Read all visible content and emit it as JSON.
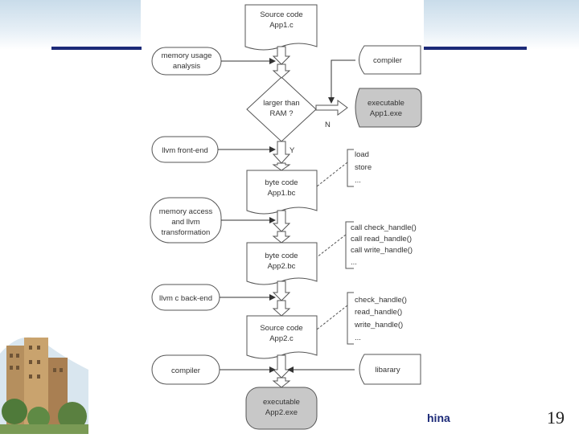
{
  "diagram": {
    "source_c": [
      "Source code",
      "App1.c"
    ],
    "memory_usage_analysis": [
      "memory usage",
      "analysis"
    ],
    "compiler_top": "compiler",
    "decision": [
      "larger than",
      "RAM ?"
    ],
    "executable_1": [
      "executable",
      "App1.exe"
    ],
    "label_n": "N",
    "label_y": "Y",
    "llvm_frontend": "llvm front-end",
    "note_1": [
      "load",
      "store",
      "..."
    ],
    "bytecode_1": [
      "byte code",
      "App1.bc"
    ],
    "memory_access": [
      "memory access",
      "and llvm",
      "transformation"
    ],
    "note_2": [
      "call check_handle()",
      "call read_handle()",
      "call write_handle()",
      "..."
    ],
    "bytecode_2": [
      "byte code",
      "App2.bc"
    ],
    "llvm_backend": "llvm c back-end",
    "note_3": [
      "check_handle()",
      "read_handle()",
      "write_handle()",
      "..."
    ],
    "source_c2": [
      "Source code",
      "App2.c"
    ],
    "compiler_bottom": "compiler",
    "library": "libarary",
    "executable_2": [
      "executable",
      "App2.exe"
    ]
  },
  "footer": {
    "text": "hina",
    "page_number": "19"
  },
  "colors": {
    "rule": "#1c2a78",
    "executable_fill": "#c8c8c8"
  }
}
